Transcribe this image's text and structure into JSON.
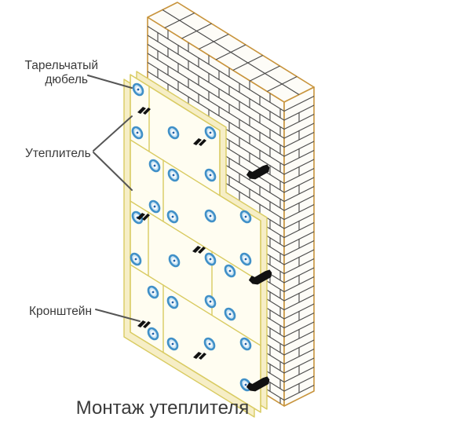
{
  "diagram": {
    "caption": "Монтаж утеплителя",
    "labels": {
      "plate_dowel": {
        "line1": "Тарельчатый",
        "line2": "дюбель"
      },
      "insulation": "Утеплитель",
      "bracket": "Кронштейн"
    },
    "colors": {
      "background": "#ffffff",
      "wallFill": "#fdfcf7",
      "wallEdge": "#c8943c",
      "brickLine": "#4a4a4a",
      "panelFill": "#fffdf1",
      "panelSide": "#f6eec6",
      "panelEdge": "#d9cb62",
      "dowelRing": "#4090c8",
      "dowelFill": "#cfe6f4",
      "dowelDot": "#1f5fa8",
      "bracketBlack": "#111111",
      "leader": "#555555",
      "text": "#3a3a3a"
    }
  }
}
